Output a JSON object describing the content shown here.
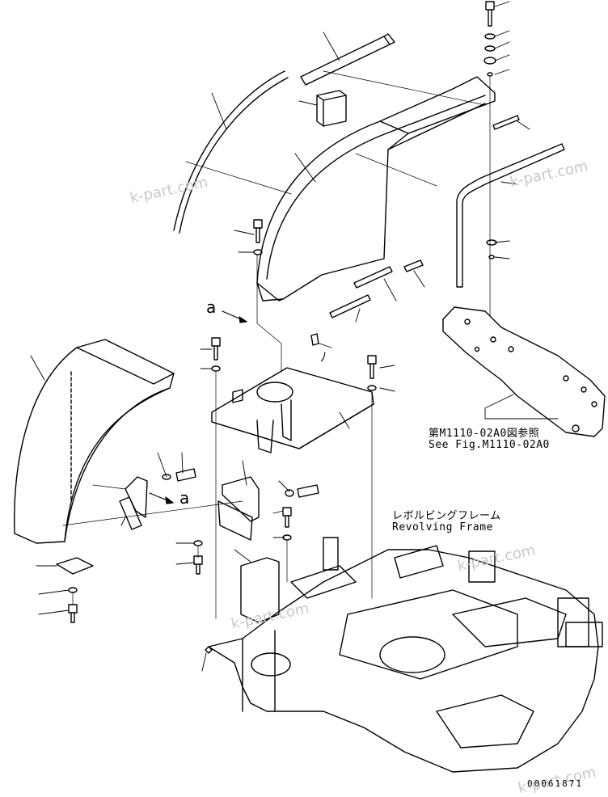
{
  "references": {
    "counterweight_frame_jp": "第M1110-02A0図参照",
    "counterweight_frame_en": "See Fig.M1110-02A0",
    "revolving_frame_jp": "レボルビングフレーム",
    "revolving_frame_en": "Revolving Frame"
  },
  "view_markers": {
    "upper": "a",
    "lower": "a",
    "note": "ﾉ"
  },
  "watermarks": [
    "k-part.com",
    "k-part.com",
    "k-part.com",
    "k-part.com",
    "k-part.com"
  ],
  "figure_id": "00061871"
}
